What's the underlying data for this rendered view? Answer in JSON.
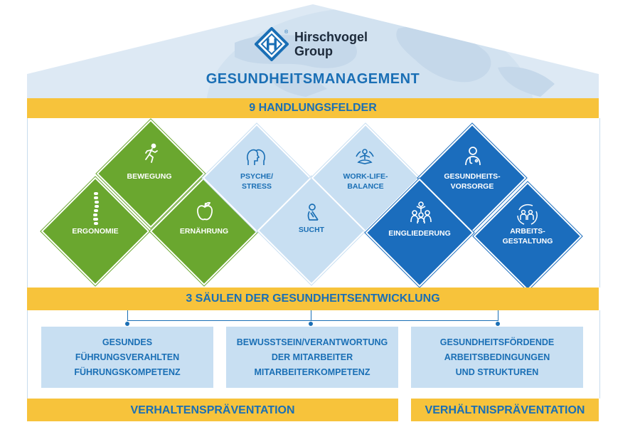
{
  "logo": {
    "line1": "Hirschvogel",
    "line2": "Group",
    "mark": "H",
    "registered": "®"
  },
  "title": "GESUNDHEITSMANAGEMENT",
  "fields_header": "9 HANDLUNGSFELDER",
  "fields": [
    {
      "label": "BEWEGUNG",
      "icon": "running-person-icon",
      "group": "green"
    },
    {
      "label": "ERGONOMIE",
      "icon": "spine-icon",
      "group": "green"
    },
    {
      "label": "ERNÄHRUNG",
      "icon": "apple-icon",
      "group": "green"
    },
    {
      "label": "PSYCHE/\nSTRESS",
      "icon": "heads-icon",
      "group": "light"
    },
    {
      "label": "SUCHT",
      "icon": "sitting-person-icon",
      "group": "light"
    },
    {
      "label": "WORK-LIFE-\nBALANCE",
      "icon": "meditation-icon",
      "group": "light"
    },
    {
      "label": "GESUNDHEITS-\nVORSORGE",
      "icon": "doctor-icon",
      "group": "blue"
    },
    {
      "label": "EINGLIEDERUNG",
      "icon": "group-people-icon",
      "group": "blue"
    },
    {
      "label": "ARBEITS-\nGESTALTUNG",
      "icon": "team-cycle-icon",
      "group": "blue"
    }
  ],
  "pillars_header": "3 SÄULEN DER GESUNDHEITSENTWICKLUNG",
  "pillars": [
    {
      "line1": "GESUNDES",
      "line2": "FÜHRUNGSVERAHLTEN",
      "line3": "FÜHRUNGSKOMPETENZ"
    },
    {
      "line1": "BEWUSSTSEIN/VERANTWORTUNG",
      "line2": "DER MITARBEITER",
      "line3": "MITARBEITERKOMPETENZ"
    },
    {
      "line1": "GESUNDHEITSFÖRDENDE",
      "line2": "ARBEITSBEDINGUNGEN",
      "line3": "UND STRUKTUREN"
    }
  ],
  "footer": {
    "left": "VERHALTENSPRÄVENTATION",
    "right": "VERHÄLTNISPRÄVENTATION"
  },
  "colors": {
    "accent_yellow": "#f7c33b",
    "brand_blue": "#1a6fb5",
    "green": "#6aa72f",
    "light_blue": "#c8dff2",
    "dark_blue": "#1b6dbd"
  }
}
